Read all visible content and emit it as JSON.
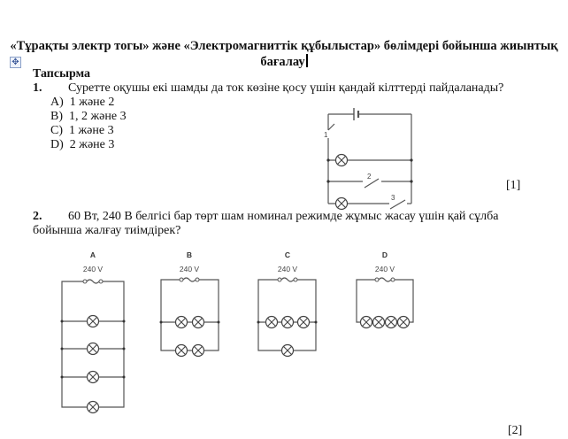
{
  "document": {
    "title_line1": "«Тұрақты электр тогы» және «Электромагниттік құбылыстар» бөлімдері бойынша жиынтық",
    "title_line2": "бағалау",
    "section_heading": "Тапсырма",
    "table_move_icon": "move-cross-icon"
  },
  "questions": [
    {
      "number": "1.",
      "text": "Суретте оқушы екі шамды да ток көзіне қосу үшін қандай кілттерді пайдаланады?",
      "options": [
        {
          "letter": "A)",
          "text": "1 және 2"
        },
        {
          "letter": "B)",
          "text": "1, 2 және 3"
        },
        {
          "letter": "C)",
          "text": "1 және 3"
        },
        {
          "letter": "D)",
          "text": "2 және 3"
        }
      ],
      "marks": "[1]",
      "figure": {
        "switch_labels": [
          "1",
          "2",
          "3"
        ]
      }
    },
    {
      "number": "2.",
      "text_line1": "60 Вт, 240 В белгісі бар төрт шам номинал режимде жұмыс жасау үшін қай сұлба",
      "text_line2": "бойынша жалғау тиімдірек?",
      "marks": "[2]",
      "circuits": [
        {
          "label": "A",
          "voltage": "240 V",
          "lamp_rows": [
            1,
            1,
            1,
            1
          ]
        },
        {
          "label": "B",
          "voltage": "240 V",
          "lamp_rows": [
            2,
            2
          ]
        },
        {
          "label": "C",
          "voltage": "240 V",
          "lamp_rows": [
            3,
            1
          ]
        },
        {
          "label": "D",
          "voltage": "240 V",
          "lamp_rows": [
            4
          ]
        }
      ]
    }
  ]
}
